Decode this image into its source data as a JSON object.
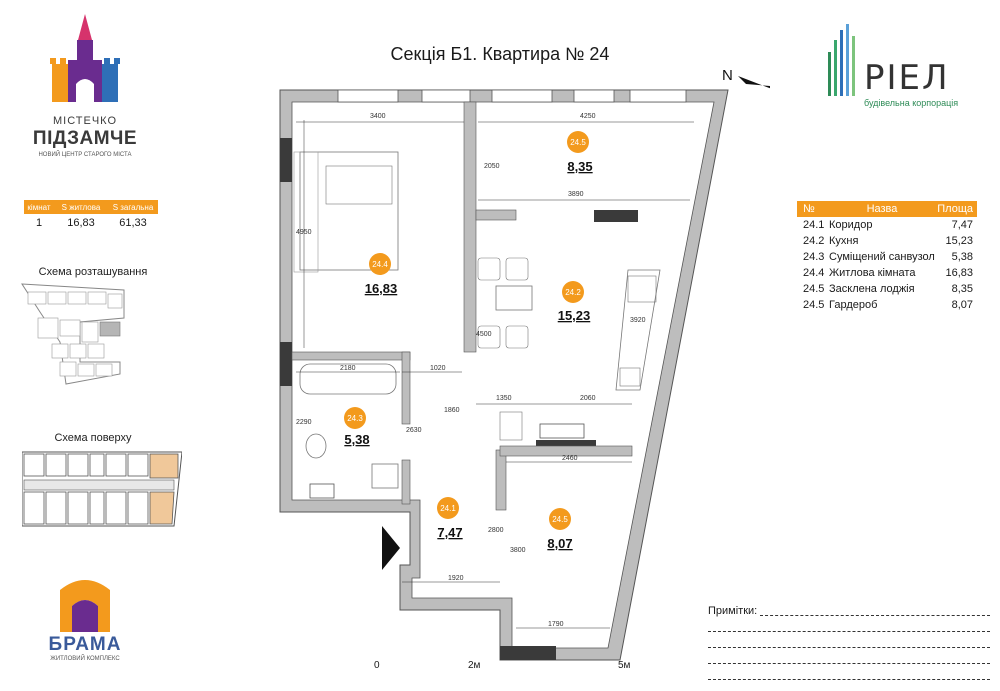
{
  "title": "Секція Б1. Квартира № 24",
  "logo_top": {
    "line1": "МІСТЕЧКО",
    "line2": "ПІДЗАМЧЕ",
    "line3": "НОВИЙ ЦЕНТР СТАРОГО МІСТА"
  },
  "logo_right": {
    "name": "РІЕЛ",
    "subtitle": "будівельна корпорація"
  },
  "summary": {
    "headers": [
      "кімнат",
      "S житлова",
      "S загальна"
    ],
    "values": [
      "1",
      "16,83",
      "61,33"
    ]
  },
  "captions": {
    "location": "Схема розташування",
    "floor": "Схема поверху"
  },
  "rooms_table": {
    "headers": [
      "№",
      "Назва",
      "Площа"
    ],
    "rows": [
      {
        "n": "24.1",
        "name": "Коридор",
        "area": "7,47"
      },
      {
        "n": "24.2",
        "name": "Кухня",
        "area": "15,23"
      },
      {
        "n": "24.3",
        "name": "Суміщений санвузол",
        "area": "5,38"
      },
      {
        "n": "24.4",
        "name": "Житлова кімната",
        "area": "16,83"
      },
      {
        "n": "24.5",
        "name": "Засклена лоджія",
        "area": "8,35"
      },
      {
        "n": "24.5",
        "name": "Гардероб",
        "area": "8,07"
      }
    ]
  },
  "plan": {
    "north": "N",
    "rooms": [
      {
        "id": "24.4",
        "area": "16,83"
      },
      {
        "id": "24.5",
        "area": "8,35"
      },
      {
        "id": "24.2",
        "area": "15,23"
      },
      {
        "id": "24.3",
        "area": "5,38"
      },
      {
        "id": "24.1",
        "area": "7,47"
      },
      {
        "id": "24.5",
        "area": "8,07"
      }
    ],
    "dims": [
      "3400",
      "4250",
      "3890",
      "2050",
      "4950",
      "4500",
      "3920",
      "2180",
      "1020",
      "1860",
      "1350",
      "2060",
      "2290",
      "2630",
      "2460",
      "2800",
      "3800",
      "1920",
      "1790"
    ]
  },
  "logo_bottom": {
    "name": "БРАМА",
    "subtitle": "ЖИТЛОВИЙ КОМПЛЕКС"
  },
  "notes_label": "Примітки:",
  "scale": [
    "0",
    "2м",
    "5м"
  ],
  "colors": {
    "accent": "#f39a1d",
    "wall": "#bdbdbd",
    "logo_pink": "#d6336c",
    "logo_purple": "#6a2c8f",
    "logo_blue": "#2e6fb7",
    "logo_green": "#2e8b57"
  }
}
